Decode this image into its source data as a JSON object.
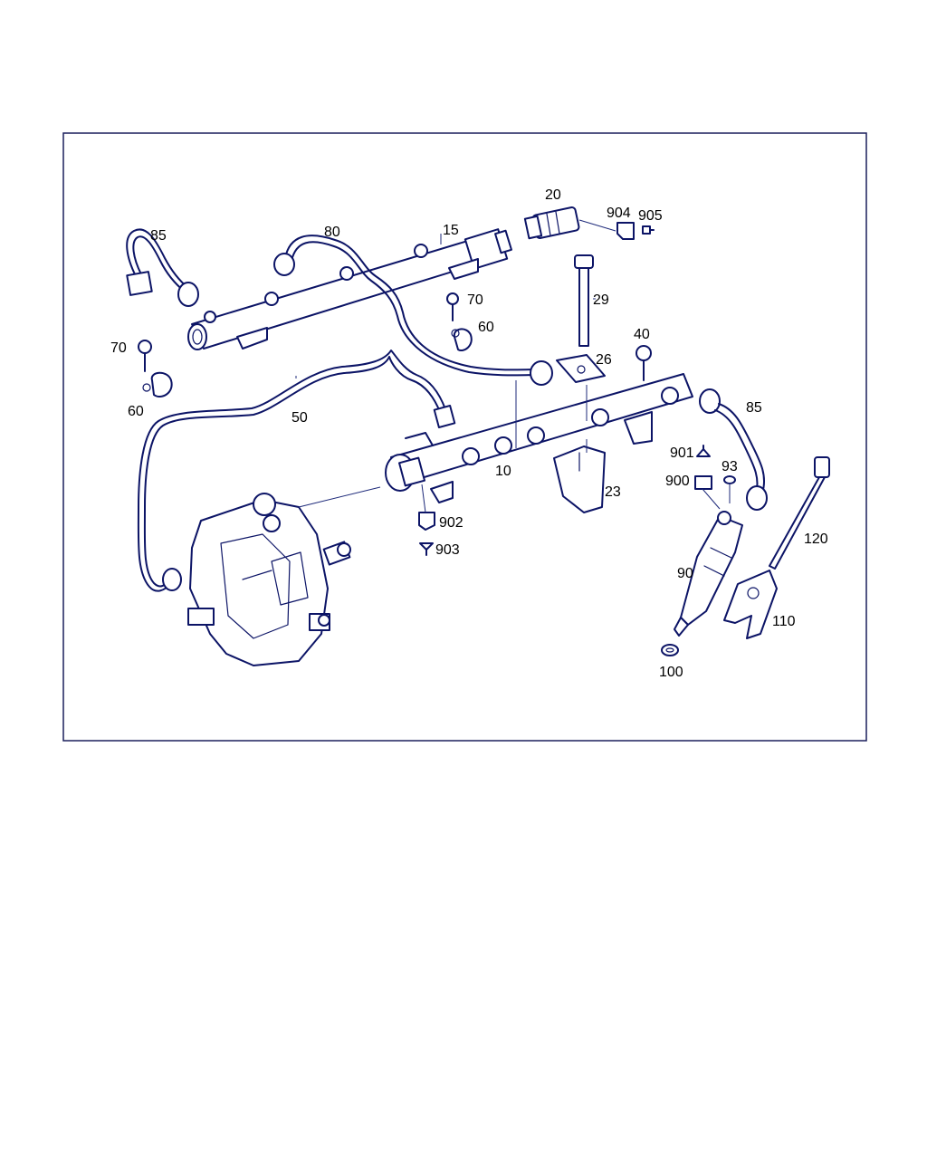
{
  "diagram": {
    "colors": {
      "ink": "#0c1466",
      "frame": "#1a1f5c",
      "label": "#000000",
      "background": "#ffffff"
    },
    "callouts": [
      {
        "id": "c-85a",
        "text": "85"
      },
      {
        "id": "c-80",
        "text": "80"
      },
      {
        "id": "c-15",
        "text": "15"
      },
      {
        "id": "c-20",
        "text": "20"
      },
      {
        "id": "c-904",
        "text": "904"
      },
      {
        "id": "c-905",
        "text": "905"
      },
      {
        "id": "c-29",
        "text": "29"
      },
      {
        "id": "c-70a",
        "text": "70"
      },
      {
        "id": "c-60a",
        "text": "60"
      },
      {
        "id": "c-70b",
        "text": "70"
      },
      {
        "id": "c-60b",
        "text": "60"
      },
      {
        "id": "c-50",
        "text": "50"
      },
      {
        "id": "c-40",
        "text": "40"
      },
      {
        "id": "c-26",
        "text": "26"
      },
      {
        "id": "c-85b",
        "text": "85"
      },
      {
        "id": "c-10",
        "text": "10"
      },
      {
        "id": "c-901",
        "text": "901"
      },
      {
        "id": "c-93",
        "text": "93"
      },
      {
        "id": "c-900",
        "text": "900"
      },
      {
        "id": "c-23",
        "text": "23"
      },
      {
        "id": "c-902",
        "text": "902"
      },
      {
        "id": "c-903",
        "text": "903"
      },
      {
        "id": "c-120",
        "text": "120"
      },
      {
        "id": "c-90",
        "text": "90"
      },
      {
        "id": "c-110",
        "text": "110"
      },
      {
        "id": "c-100",
        "text": "100"
      }
    ]
  }
}
